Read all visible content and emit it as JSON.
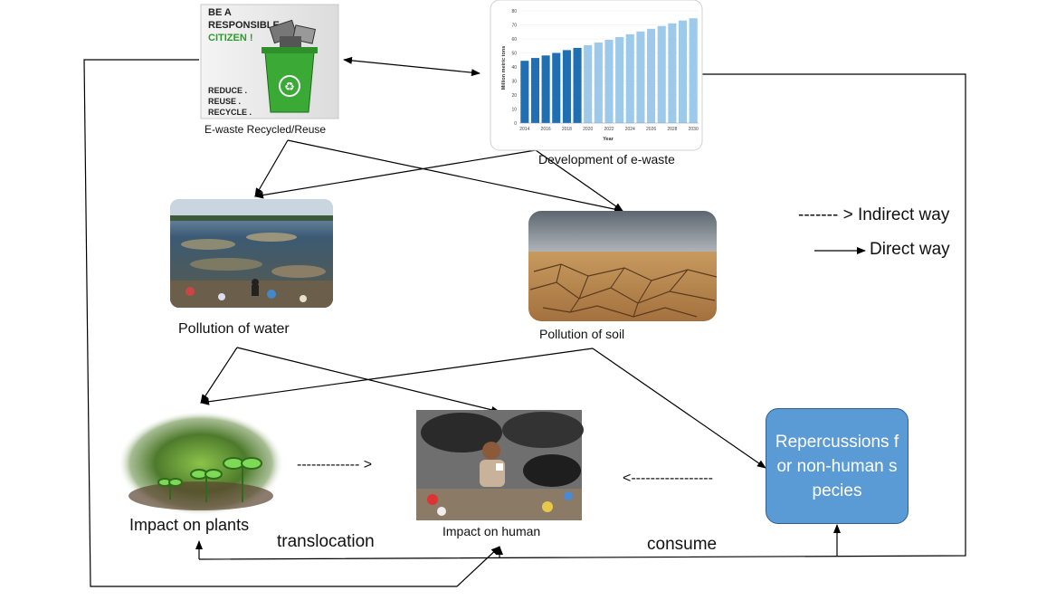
{
  "nodes": {
    "recycle_poster": {
      "line1": "BE A",
      "line2": "RESPONSIBLE",
      "line3": "CITIZEN !",
      "line4": "REDUCE .",
      "line5": "REUSE .",
      "line6": "RECYCLE .",
      "caption": "E-waste Recycled/Reuse"
    },
    "ewaste_chart": {
      "caption": "Development of e-waste",
      "ylabel": "Million metric tons",
      "xlabel": "Year",
      "yticks": [
        "0",
        "10",
        "20",
        "30",
        "40",
        "50",
        "60",
        "70",
        "80"
      ],
      "xticks": [
        "2014",
        "2016",
        "2018",
        "2020",
        "2022",
        "2024",
        "2026",
        "2028",
        "2030"
      ]
    },
    "water": {
      "caption": "Pollution of water"
    },
    "soil": {
      "caption": "Pollution of soil"
    },
    "plants": {
      "caption": "Impact on plants"
    },
    "human": {
      "caption": "Impact on human"
    },
    "repercussion": {
      "label": "Repercussions for non-human species"
    }
  },
  "legend": {
    "indirect": "------- > Indirect way",
    "direct": "Direct way"
  },
  "edge_labels": {
    "plants_to_human_dashed": "------------- >",
    "species_to_human_dashed": "<-----------------",
    "translocation": "translocation",
    "consume": "consume"
  },
  "chart_data": {
    "type": "bar",
    "title": "",
    "xlabel": "Year",
    "ylabel": "Million metric tons",
    "ylim": [
      0,
      80
    ],
    "categories": [
      "2014",
      "2015",
      "2016",
      "2017",
      "2018",
      "2019",
      "2020",
      "2021",
      "2022",
      "2023",
      "2024",
      "2025",
      "2026",
      "2027",
      "2028",
      "2029",
      "2030"
    ],
    "values": [
      44.4,
      46.4,
      48.2,
      50,
      52,
      53.6,
      55.5,
      57.4,
      59.4,
      61.3,
      63.3,
      65.3,
      67.2,
      69.2,
      71.1,
      73.1,
      74.7
    ],
    "colors": {
      "historical": "#1f6fb2",
      "projected": "#9dc9ea"
    },
    "historical_through": "2019"
  },
  "colors": {
    "repercussion_fill": "#5b9bd5",
    "bin_green": "#3aa935",
    "poster_green_text": "#2a9d2a"
  }
}
